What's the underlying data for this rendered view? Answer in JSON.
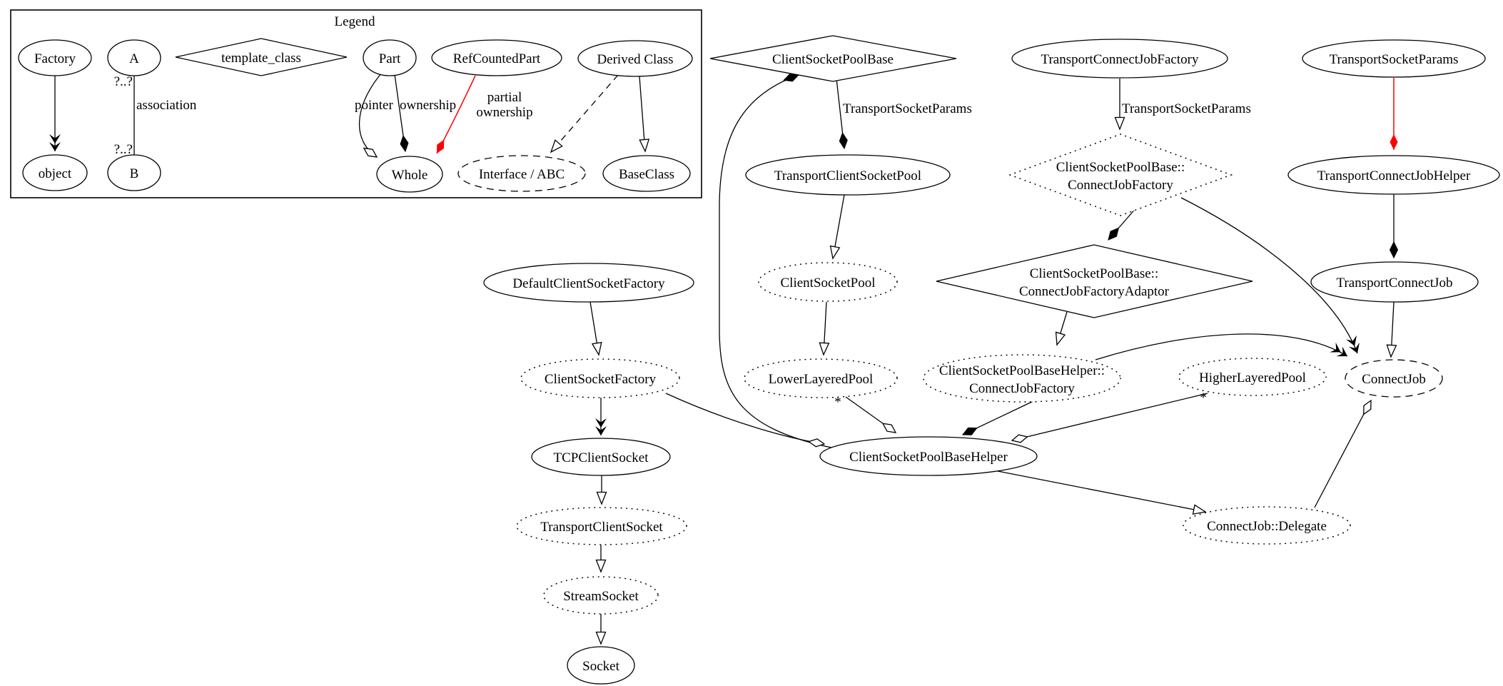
{
  "legend": {
    "title": "Legend",
    "nodes": {
      "factory": "Factory",
      "object": "object",
      "a": "A",
      "b": "B",
      "template_class": "template_class",
      "part": "Part",
      "whole": "Whole",
      "ref_counted_part": "RefCountedPart",
      "interface_abc": "Interface / ABC",
      "derived_class": "Derived Class",
      "base_class": "BaseClass"
    },
    "edge_labels": {
      "multiplicity_top": "?..?",
      "association": "association",
      "multiplicity_bottom": "?..?",
      "pointer": "pointer",
      "ownership": "ownership",
      "partial_line1": "partial",
      "partial_line2": "ownership"
    }
  },
  "diagram": {
    "nodes": {
      "client_socket_pool_base": "ClientSocketPoolBase",
      "transport_client_socket_pool": "TransportClientSocketPool",
      "client_socket_pool": "ClientSocketPool",
      "lower_layered_pool": "LowerLayeredPool",
      "transport_connect_job_factory": "TransportConnectJobFactory",
      "cspb_connect_job_factory_line1": "ClientSocketPoolBase::",
      "cspb_connect_job_factory_line2": "ConnectJobFactory",
      "cspb_cjf_adaptor_line1": "ClientSocketPoolBase::",
      "cspb_cjf_adaptor_line2": "ConnectJobFactoryAdaptor",
      "helper_cjf_line1": "ClientSocketPoolBaseHelper::",
      "helper_cjf_line2": "ConnectJobFactory",
      "higher_layered_pool": "HigherLayeredPool",
      "transport_socket_params": "TransportSocketParams",
      "transport_connect_job_helper": "TransportConnectJobHelper",
      "transport_connect_job": "TransportConnectJob",
      "connect_job": "ConnectJob",
      "connect_job_delegate": "ConnectJob::Delegate",
      "default_client_socket_factory": "DefaultClientSocketFactory",
      "client_socket_factory": "ClientSocketFactory",
      "tcp_client_socket": "TCPClientSocket",
      "transport_client_socket": "TransportClientSocket",
      "stream_socket": "StreamSocket",
      "socket": "Socket",
      "client_socket_pool_base_helper": "ClientSocketPoolBaseHelper"
    },
    "edge_labels": {
      "template_param_pool": "TransportSocketParams",
      "template_param_factory": "TransportSocketParams",
      "lower_pool_multiplicity": "*",
      "higher_pool_multiplicity": "*"
    }
  },
  "colors": {
    "edge": "#000000",
    "highlight": "#ff0000",
    "background": "#ffffff"
  }
}
